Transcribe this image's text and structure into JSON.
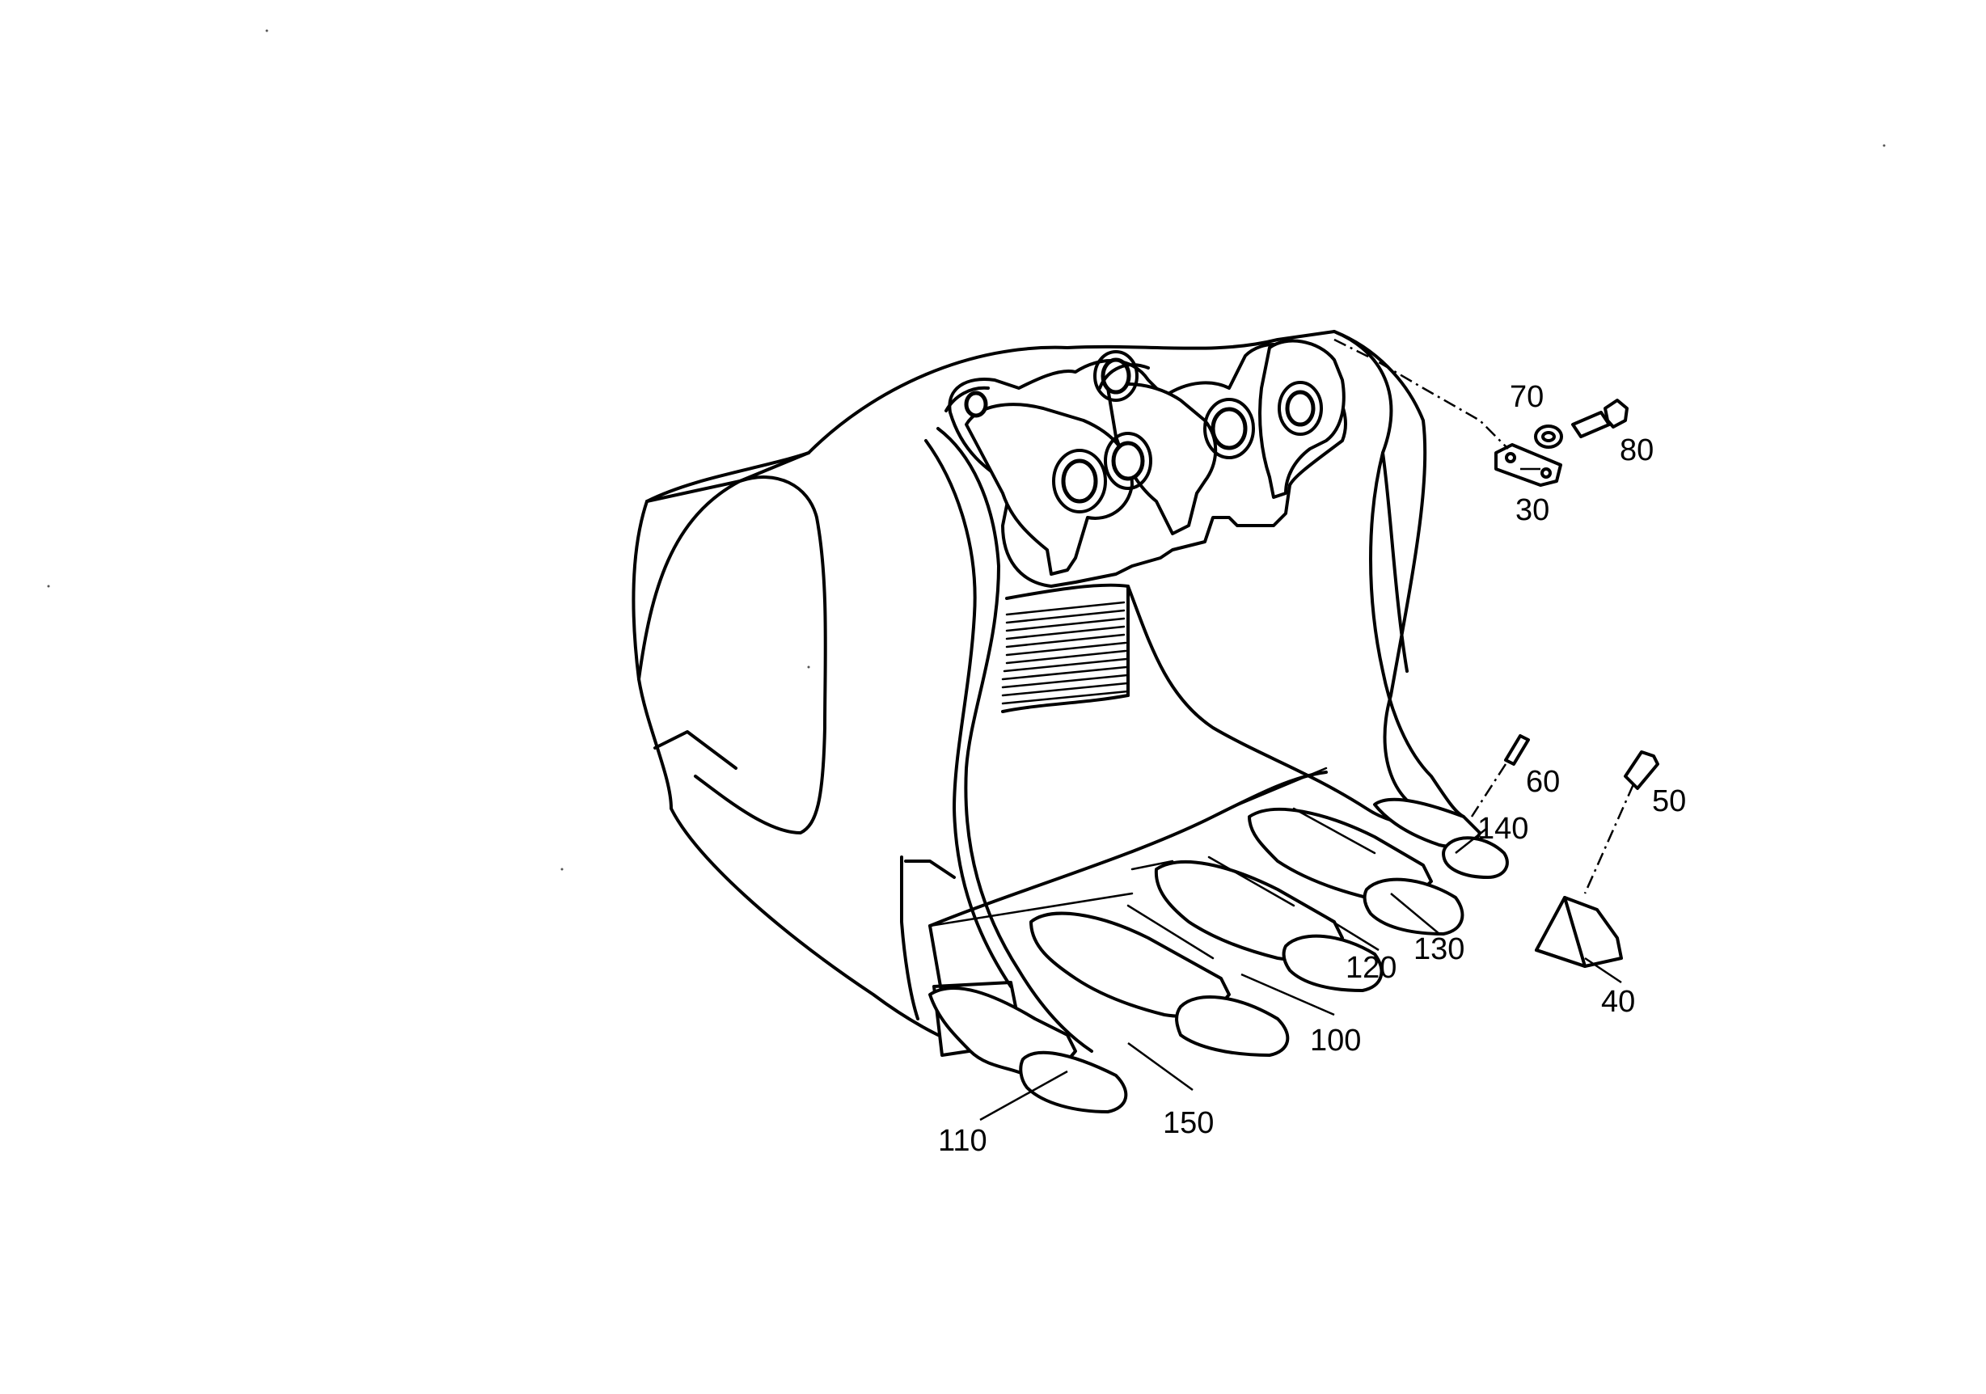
{
  "diagram": {
    "callouts": [
      "30",
      "40",
      "50",
      "60",
      "70",
      "80",
      "100",
      "110",
      "120",
      "130",
      "140",
      "150"
    ]
  }
}
